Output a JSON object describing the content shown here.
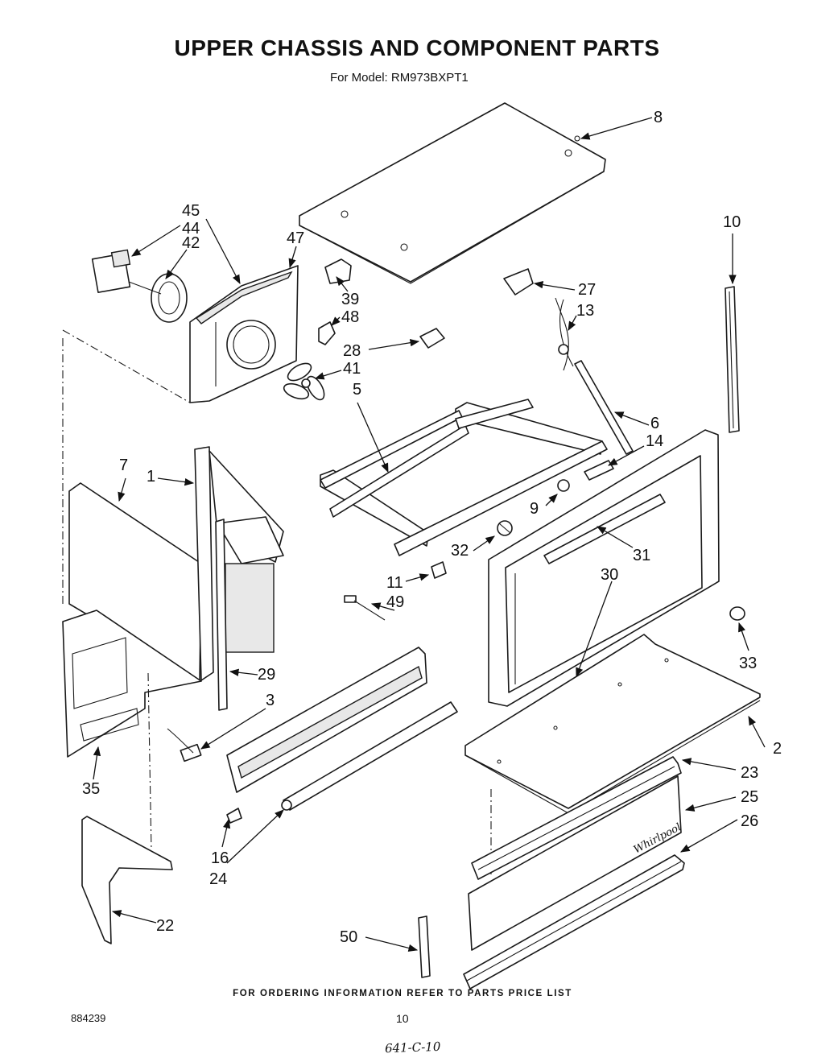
{
  "header": {
    "title": "UPPER CHASSIS AND COMPONENT PARTS",
    "model_line": "For Model: RM973BXPT1"
  },
  "callouts": [
    "8",
    "10",
    "45",
    "44",
    "42",
    "47",
    "39",
    "48",
    "27",
    "13",
    "28",
    "41",
    "5",
    "6",
    "14",
    "7",
    "1",
    "9",
    "32",
    "31",
    "30",
    "11",
    "49",
    "33",
    "29",
    "3",
    "2",
    "23",
    "35",
    "25",
    "26",
    "16",
    "24",
    "22",
    "50"
  ],
  "diagram": {
    "brand_mark": "Whirlpool"
  },
  "footer": {
    "ordering_note": "FOR ORDERING INFORMATION REFER TO PARTS PRICE LIST",
    "doc_number": "884239",
    "page_number": "10",
    "handwritten_note": "641-C-10"
  }
}
